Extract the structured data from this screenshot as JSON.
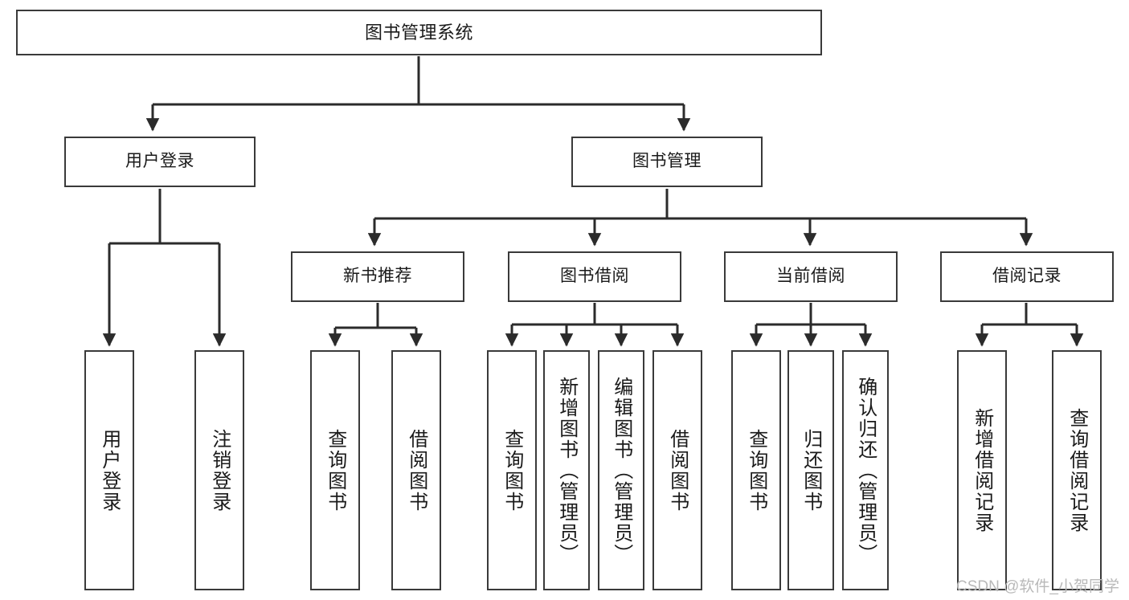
{
  "diagram": {
    "type": "tree",
    "title": "图书管理系统",
    "watermark": "CSDN @软件_小贺同学",
    "colors": {
      "box_border": "#3a3a3a",
      "box_fill": "#ffffff",
      "connector": "#2b2b2b",
      "text": "#1a1a1a",
      "watermark": "#b9b9b9"
    },
    "levels": {
      "root": {
        "label": "图书管理系统"
      },
      "level2": [
        {
          "label": "用户登录"
        },
        {
          "label": "图书管理"
        }
      ],
      "level3": [
        {
          "label": "新书推荐"
        },
        {
          "label": "图书借阅"
        },
        {
          "label": "当前借阅"
        },
        {
          "label": "借阅记录"
        }
      ],
      "leaves": {
        "user_login": [
          {
            "label": "用户登录"
          },
          {
            "label": "注销登录"
          }
        ],
        "new_book_recommend": [
          {
            "label": "查询图书"
          },
          {
            "label": "借阅图书"
          }
        ],
        "book_borrow": [
          {
            "label": "查询图书"
          },
          {
            "label": "新增图书（管理员）"
          },
          {
            "label": "编辑图书（管理员）"
          },
          {
            "label": "借阅图书"
          }
        ],
        "current_borrow": [
          {
            "label": "查询图书"
          },
          {
            "label": "归还图书"
          },
          {
            "label": "确认归还（管理员）"
          }
        ],
        "borrow_record": [
          {
            "label": "新增借阅记录"
          },
          {
            "label": "查询借阅记录"
          }
        ]
      }
    }
  }
}
